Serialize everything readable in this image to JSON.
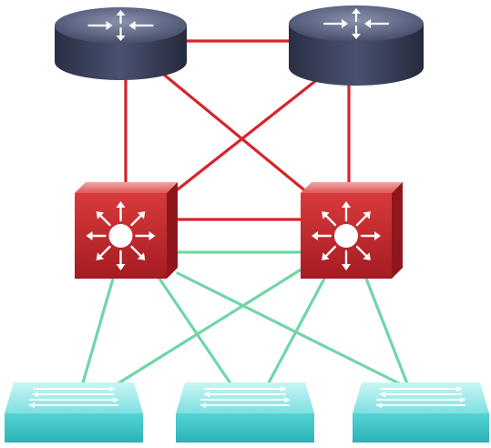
{
  "diagram": {
    "nodes": [
      {
        "id": "router-1",
        "kind": "router",
        "icon": "router-icon"
      },
      {
        "id": "router-2",
        "kind": "router",
        "icon": "router-icon"
      },
      {
        "id": "l3-switch-1",
        "kind": "layer3-switch",
        "icon": "multilayer-switch-icon"
      },
      {
        "id": "l3-switch-2",
        "kind": "layer3-switch",
        "icon": "multilayer-switch-icon"
      },
      {
        "id": "switch-1",
        "kind": "switch",
        "icon": "workgroup-switch-icon"
      },
      {
        "id": "switch-2",
        "kind": "switch",
        "icon": "workgroup-switch-icon"
      },
      {
        "id": "switch-3",
        "kind": "switch",
        "icon": "workgroup-switch-icon"
      }
    ],
    "links": [
      {
        "from": "router-1",
        "to": "router-2",
        "type": "core"
      },
      {
        "from": "router-1",
        "to": "l3-switch-1",
        "type": "core"
      },
      {
        "from": "router-1",
        "to": "l3-switch-2",
        "type": "core"
      },
      {
        "from": "router-2",
        "to": "l3-switch-1",
        "type": "core"
      },
      {
        "from": "router-2",
        "to": "l3-switch-2",
        "type": "core"
      },
      {
        "from": "l3-switch-1",
        "to": "l3-switch-2",
        "type": "core"
      },
      {
        "from": "l3-switch-1",
        "to": "l3-switch-2",
        "type": "access"
      },
      {
        "from": "l3-switch-1",
        "to": "switch-1",
        "type": "access"
      },
      {
        "from": "l3-switch-1",
        "to": "switch-2",
        "type": "access"
      },
      {
        "from": "l3-switch-1",
        "to": "switch-3",
        "type": "access"
      },
      {
        "from": "l3-switch-2",
        "to": "switch-1",
        "type": "access"
      },
      {
        "from": "l3-switch-2",
        "to": "switch-2",
        "type": "access"
      },
      {
        "from": "l3-switch-2",
        "to": "switch-3",
        "type": "access"
      }
    ]
  },
  "colors": {
    "core_link": "#d6242b",
    "access_link": "#6fd6a6",
    "router_body": "#3a4058",
    "router_top": "#5b6380",
    "l3_switch_body": "#c42a2e",
    "l3_switch_top": "#e36b6b",
    "switch_body": "#3ec7c9",
    "switch_top": "#8fe6e6"
  }
}
